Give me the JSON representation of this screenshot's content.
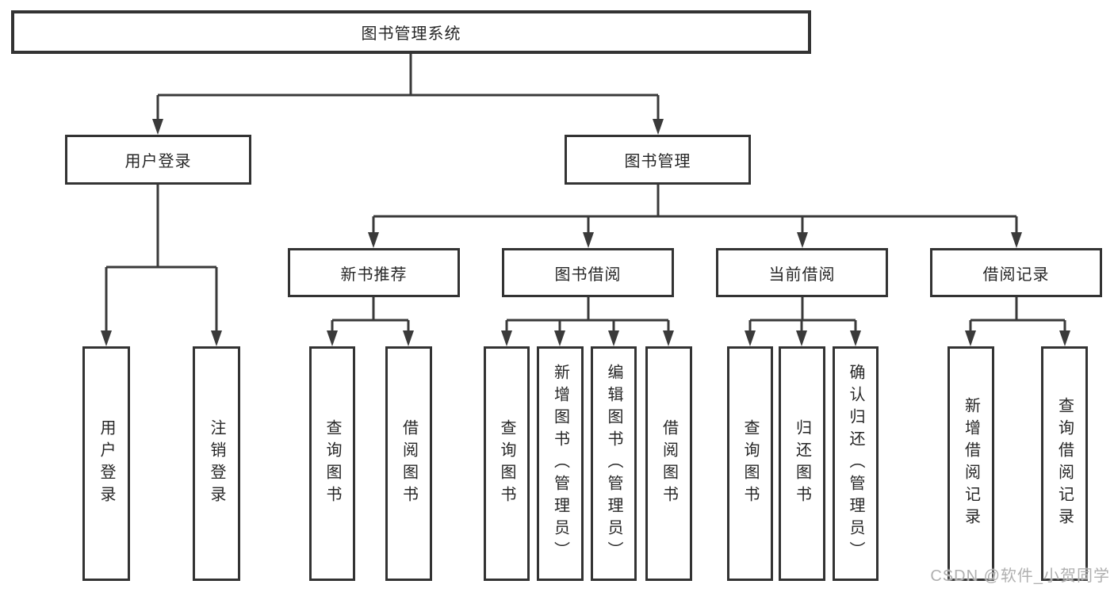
{
  "diagram": {
    "root": {
      "label": "图书管理系统"
    },
    "user_login": {
      "label": "用户登录",
      "children": [
        "用户登录",
        "注销登录"
      ]
    },
    "book_mgmt": {
      "label": "图书管理"
    },
    "new_book": {
      "label": "新书推荐",
      "children": [
        "查询图书",
        "借阅图书"
      ]
    },
    "book_borrow": {
      "label": "图书借阅",
      "children": [
        "查询图书",
        "新增图书（管理员）",
        "编辑图书（管理员）",
        "借阅图书"
      ]
    },
    "current_borrow": {
      "label": "当前借阅",
      "children": [
        "查询图书",
        "归还图书",
        "确认归还（管理员）"
      ]
    },
    "borrow_records": {
      "label": "借阅记录",
      "children": [
        "新增借阅记录",
        "查询借阅记录"
      ]
    }
  },
  "watermark": {
    "text": "CSDN @软件_小贺同学"
  },
  "colors": {
    "line": "#3a3a3a",
    "border": "#333333",
    "text": "#262626",
    "watermark": "#b0b0b0",
    "background": "#ffffff"
  }
}
